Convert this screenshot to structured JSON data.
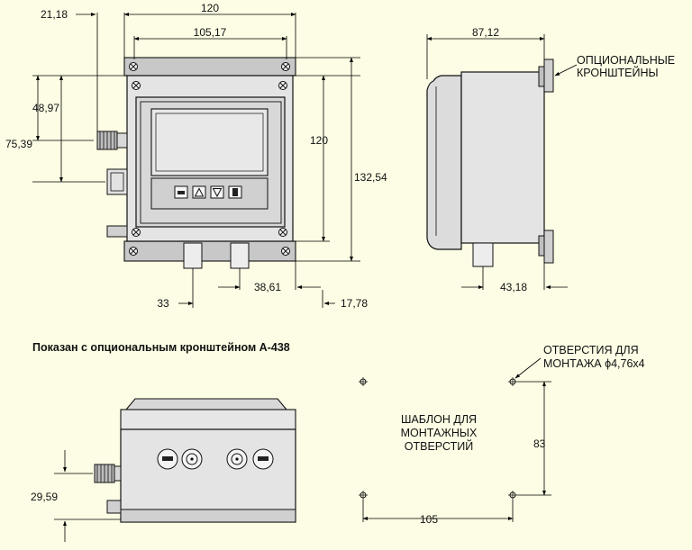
{
  "front_view": {
    "dim_top_offset": "21,18",
    "dim_total_width": "120",
    "dim_inner_width": "105,17",
    "dim_upper_conn": "48,97",
    "dim_lower_conn": "75,39",
    "dim_inner_height": "120",
    "dim_total_height": "132,54",
    "dim_left_gland": "33",
    "dim_glands_spacing": "38,61",
    "dim_right_gland": "17,78"
  },
  "side_view": {
    "dim_depth": "87,12",
    "dim_bottom": "43,18",
    "bracket_label_line1": "ОПЦИОНАЛЬНЫЕ",
    "bracket_label_line2": "КРОНШТЕЙНЫ"
  },
  "caption": "Показан с опциональным кронштейном А-438",
  "bottom_view": {
    "dim_conn_height": "29,59"
  },
  "template": {
    "holes_label_line1": "ОТВЕРСТИЯ ДЛЯ",
    "holes_label_line2": "МОНТАЖА ϕ4,76x4",
    "title_line1": "ШАБЛОН ДЛЯ",
    "title_line2": "МОНТАЖНЫХ",
    "title_line3": "ОТВЕРСТИЙ",
    "dim_vertical": "83",
    "dim_horizontal": "105"
  }
}
